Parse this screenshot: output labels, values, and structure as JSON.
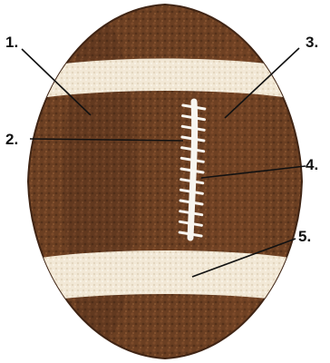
{
  "colors": {
    "background": "#ffffff",
    "ball_brown": "#6b3f22",
    "ball_dark": "#3f2414",
    "stripe_cream": "#f2e8d6",
    "lace_white": "#f8f6f0",
    "leader_line": "#111111"
  },
  "callouts": [
    {
      "number": "1."
    },
    {
      "number": "2."
    },
    {
      "number": "3."
    },
    {
      "number": "4."
    },
    {
      "number": "5."
    }
  ]
}
